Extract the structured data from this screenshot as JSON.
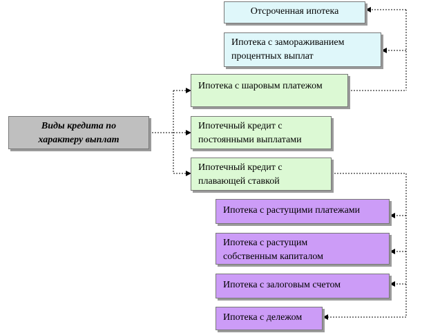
{
  "root": {
    "label_1": "Виды кредита по",
    "label_2": "характеру выплат"
  },
  "cyan_nodes": [
    {
      "line_1": "Отсроченная ипотека",
      "line_2": ""
    },
    {
      "line_1": "Ипотека с замораживанием",
      "line_2": "процентных выплат"
    }
  ],
  "green_nodes": [
    {
      "line_1": "Ипотека с шаровым платежом",
      "line_2": ""
    },
    {
      "line_1": "Ипотечный кредит с",
      "line_2": "постоянными выплатами"
    },
    {
      "line_1": "Ипотечный кредит с",
      "line_2": "плавающей ставкой"
    }
  ],
  "purple_nodes": [
    {
      "line_1": "Ипотека с растущими платежами",
      "line_2": ""
    },
    {
      "line_1": "Ипотека с растущим",
      "line_2": "собственным капиталом"
    },
    {
      "line_1": "Ипотека с залоговым счетом",
      "line_2": ""
    },
    {
      "line_1": "Ипотека с дележом",
      "line_2": ""
    }
  ],
  "colors": {
    "cyan": "#dff7fa",
    "green": "#dcf9d4",
    "purple": "#cc9cf7",
    "gray": "#bfbfbf"
  }
}
